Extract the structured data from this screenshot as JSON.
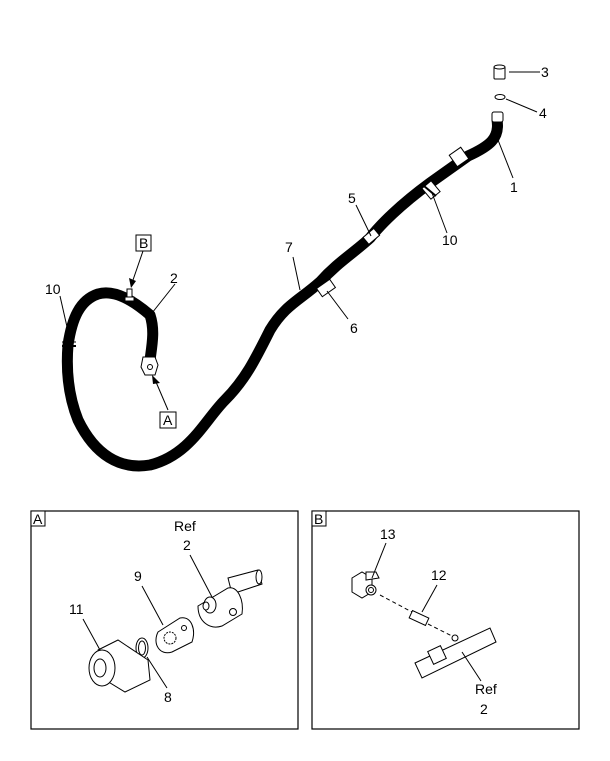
{
  "callouts": {
    "c1": "1",
    "c2": "2",
    "c3": "3",
    "c4": "4",
    "c5": "5",
    "c6": "6",
    "c7": "7",
    "c10a": "10",
    "c10b": "10"
  },
  "view_refs": {
    "a": "A",
    "b": "B"
  },
  "detail_a": {
    "tag": "A",
    "ref_word": "Ref",
    "ref_num": "2",
    "c8": "8",
    "c9": "9",
    "c11": "11"
  },
  "detail_b": {
    "tag": "B",
    "ref_word": "Ref",
    "ref_num": "2",
    "c12": "12",
    "c13": "13"
  }
}
